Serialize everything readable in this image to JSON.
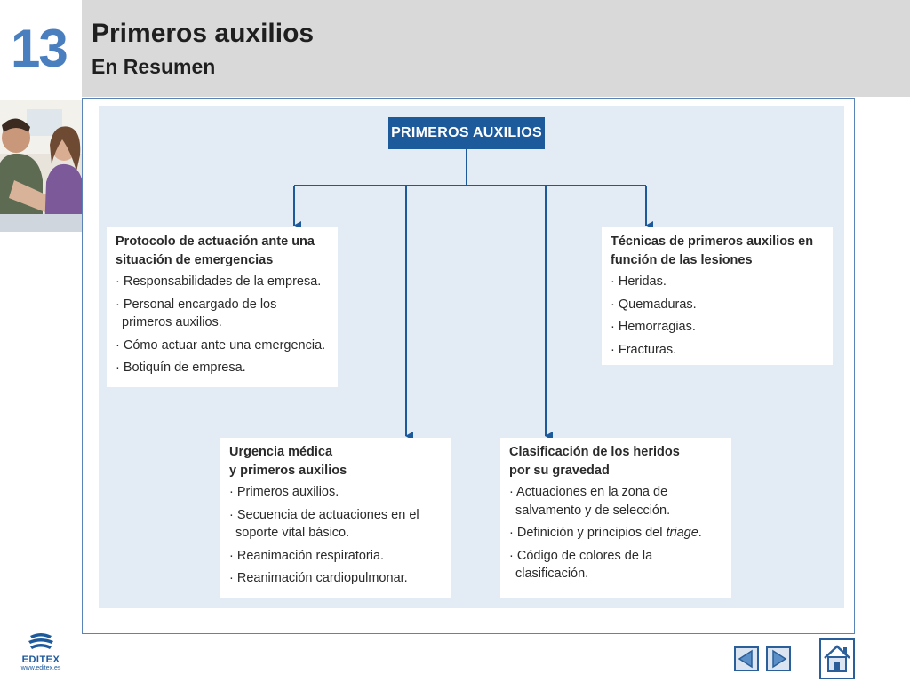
{
  "header": {
    "chapter_number": "13",
    "title": "Primeros auxilios",
    "subtitle": "En Resumen"
  },
  "diagram": {
    "root": "PRIMEROS AUXILIOS",
    "boxes": [
      {
        "heading_lines": [
          "Protocolo de actuación ante una",
          "situación de emergencias"
        ],
        "items": [
          "· Responsabilidades de la empresa.",
          "· Personal encargado de los primeros auxilios.",
          "· Cómo actuar ante una emergencia.",
          "· Botiquín de empresa."
        ]
      },
      {
        "heading_lines": [
          "Técnicas de primeros auxilios en",
          "función de las lesiones"
        ],
        "items": [
          "· Heridas.",
          "· Quemaduras.",
          "· Hemorragias.",
          "· Fracturas."
        ]
      },
      {
        "heading_lines": [
          "Urgencia médica",
          "y primeros auxilios"
        ],
        "items": [
          "· Primeros auxilios.",
          "· Secuencia de actuaciones en el soporte vital básico.",
          "· Reanimación respiratoria.",
          "· Reanimación cardiopulmonar."
        ]
      },
      {
        "heading_lines": [
          "Clasificación de los heridos",
          "por su gravedad"
        ],
        "items": [
          "· Actuaciones en la zona de salvamento y de selección.",
          "· Definición y principios del triage.",
          "· Código de colores de la clasificación."
        ]
      }
    ]
  },
  "footer": {
    "logo_text": "EDITEX",
    "logo_url": "www.editex.es"
  },
  "colors": {
    "accent": "#1c5a9c",
    "chapter_number": "#4a7fbf",
    "panel_bg": "#e3ebf5",
    "header_bg": "#d9d9d9"
  },
  "icons": {
    "prev": "triangle-left-icon",
    "next": "triangle-right-icon",
    "home": "house-icon"
  }
}
